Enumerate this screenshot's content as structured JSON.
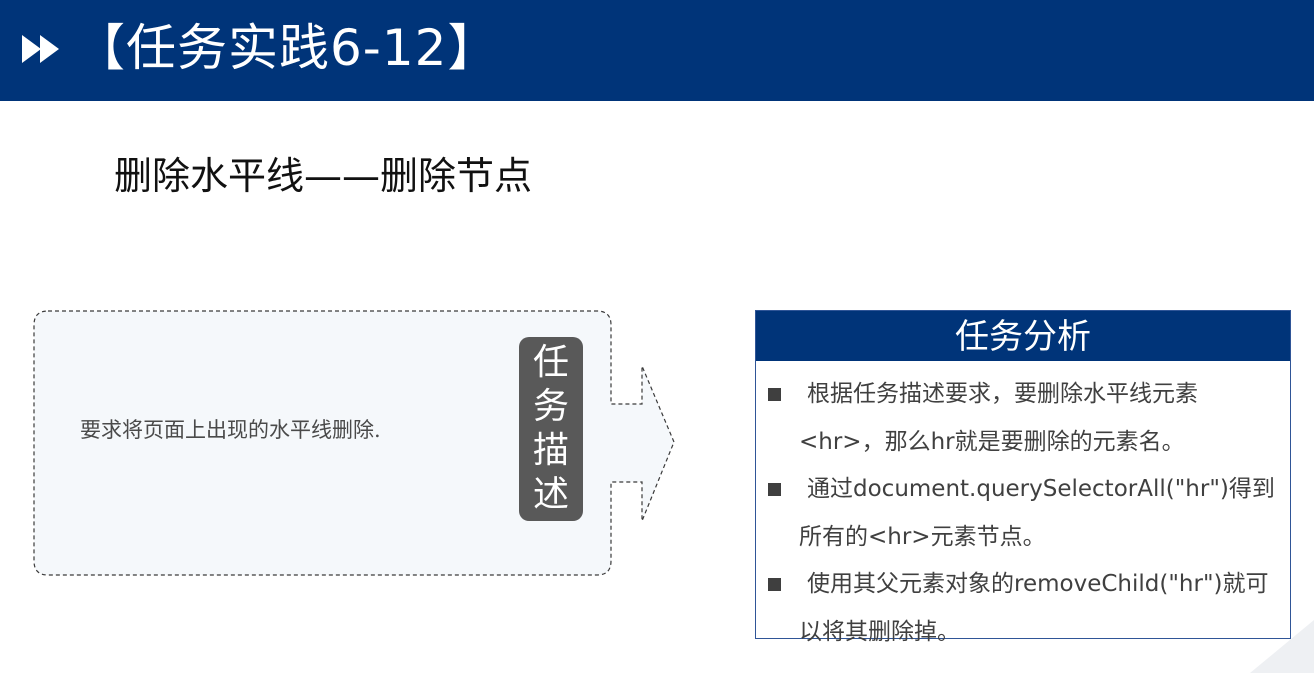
{
  "header": {
    "title": "【任务实践6-12】",
    "icon": "fast-forward-icon"
  },
  "subtitle": "删除水平线——删除节点",
  "task_description": {
    "text": "要求将页面上出现的水平线删除.",
    "badge_chars": [
      "任",
      "务",
      "描",
      "述"
    ]
  },
  "analysis": {
    "title": "任务分析",
    "items": [
      "根据任务描述要求，要删除水平线元素<hr>，那么hr就是要删除的元素名。",
      "通过document.querySelectorAll(\"hr\")得到所有的<hr>元素节点。",
      "使用其父元素对象的removeChild(\"hr\")就可以将其删除掉。"
    ]
  },
  "colors": {
    "header_bg": "#003479",
    "badge_bg": "#595959",
    "panel_border": "#2f5597",
    "desc_fill": "#f5f8fb"
  }
}
